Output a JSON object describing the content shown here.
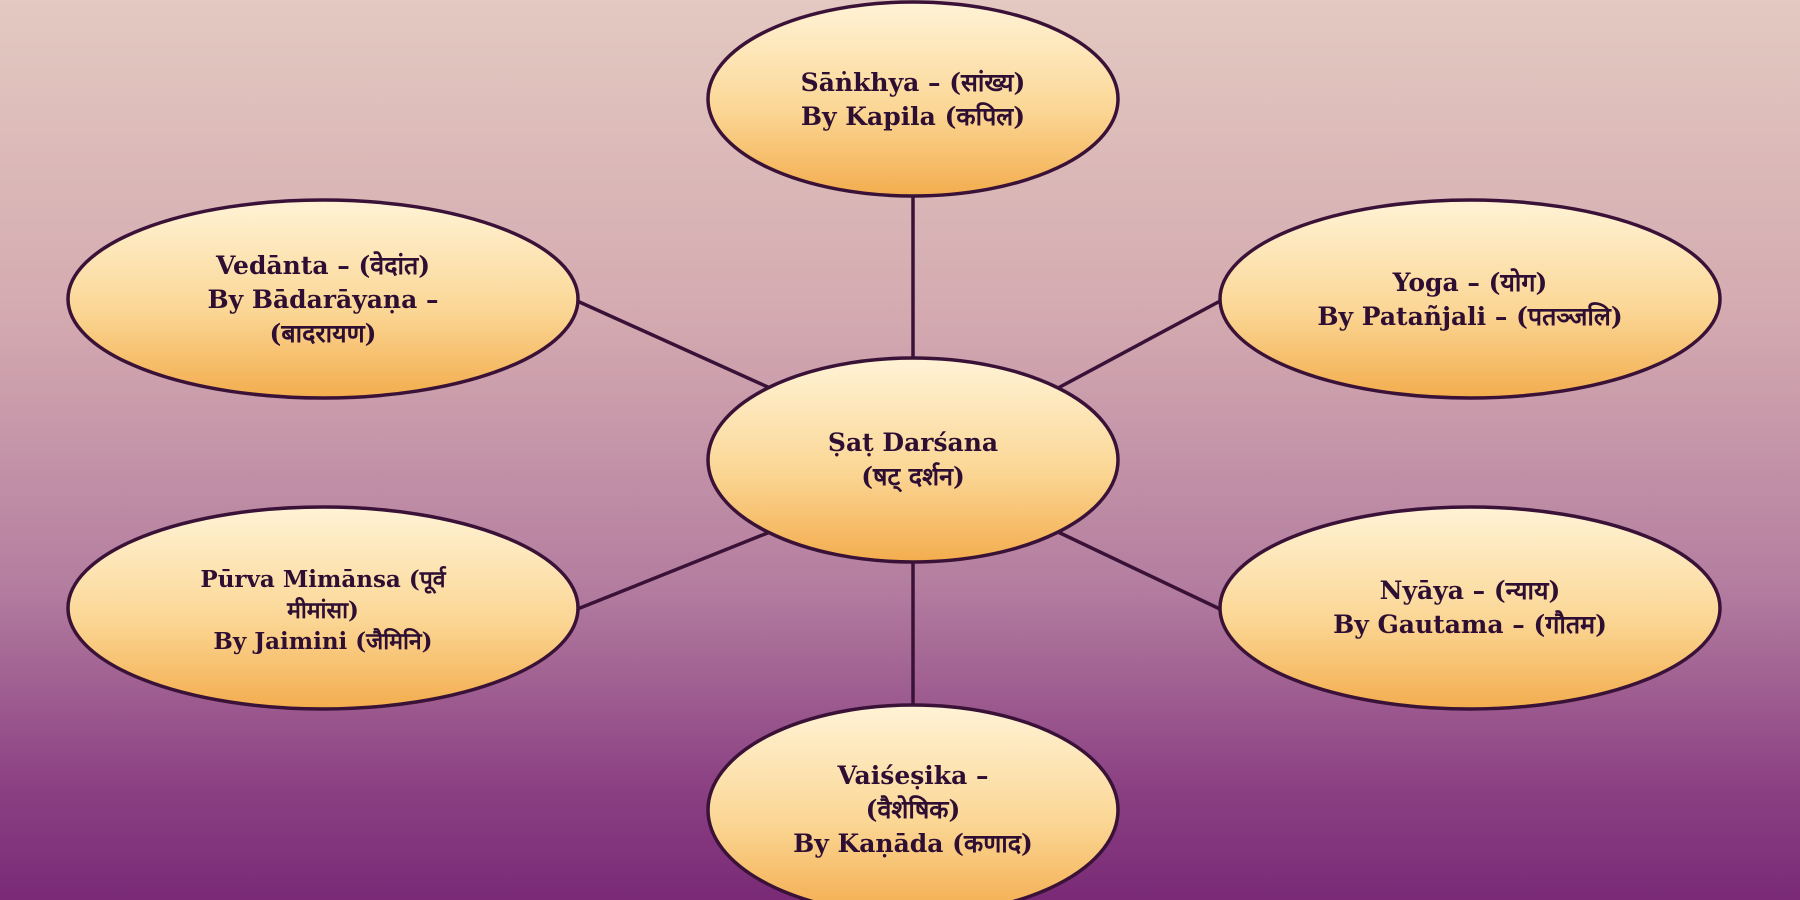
{
  "diagram": {
    "center": {
      "line1": "Ṣaṭ Darśana",
      "line2": "(षट् दर्शन)"
    },
    "nodes": {
      "sankhya": {
        "line1": "Sāṅkhya – (सांख्य)",
        "line2": "By Kapila (कपिल)"
      },
      "yoga": {
        "line1": "Yoga – (योग)",
        "line2": "By Patañjali – (पतञ्जलि)"
      },
      "nyaya": {
        "line1": "Nyāya – (न्याय)",
        "line2": "By Gautama – (गौतम)"
      },
      "vaiseshika": {
        "line1": "Vaiśeṣika –",
        "line2": "(वैशेषिक)",
        "line3": "By Kaṇāda (कणाद)"
      },
      "purva_mimansa": {
        "line1": "Pūrva Mimānsa (पूर्व",
        "line2": "मीमांसा)",
        "line3": "By Jaimini (जैमिनि)"
      },
      "vedanta": {
        "line1": "Vedānta – (वेदांत)",
        "line2": "By Bādarāyaṇa –",
        "line3": "(बादरायण)"
      }
    },
    "colors": {
      "node_fill_top": "#fff3d6",
      "node_fill_bottom": "#f3ad4e",
      "outline": "#3a1238",
      "text": "#2e0f33",
      "background_top": "#e3c9c1",
      "background_bottom": "#7a2a76"
    }
  }
}
